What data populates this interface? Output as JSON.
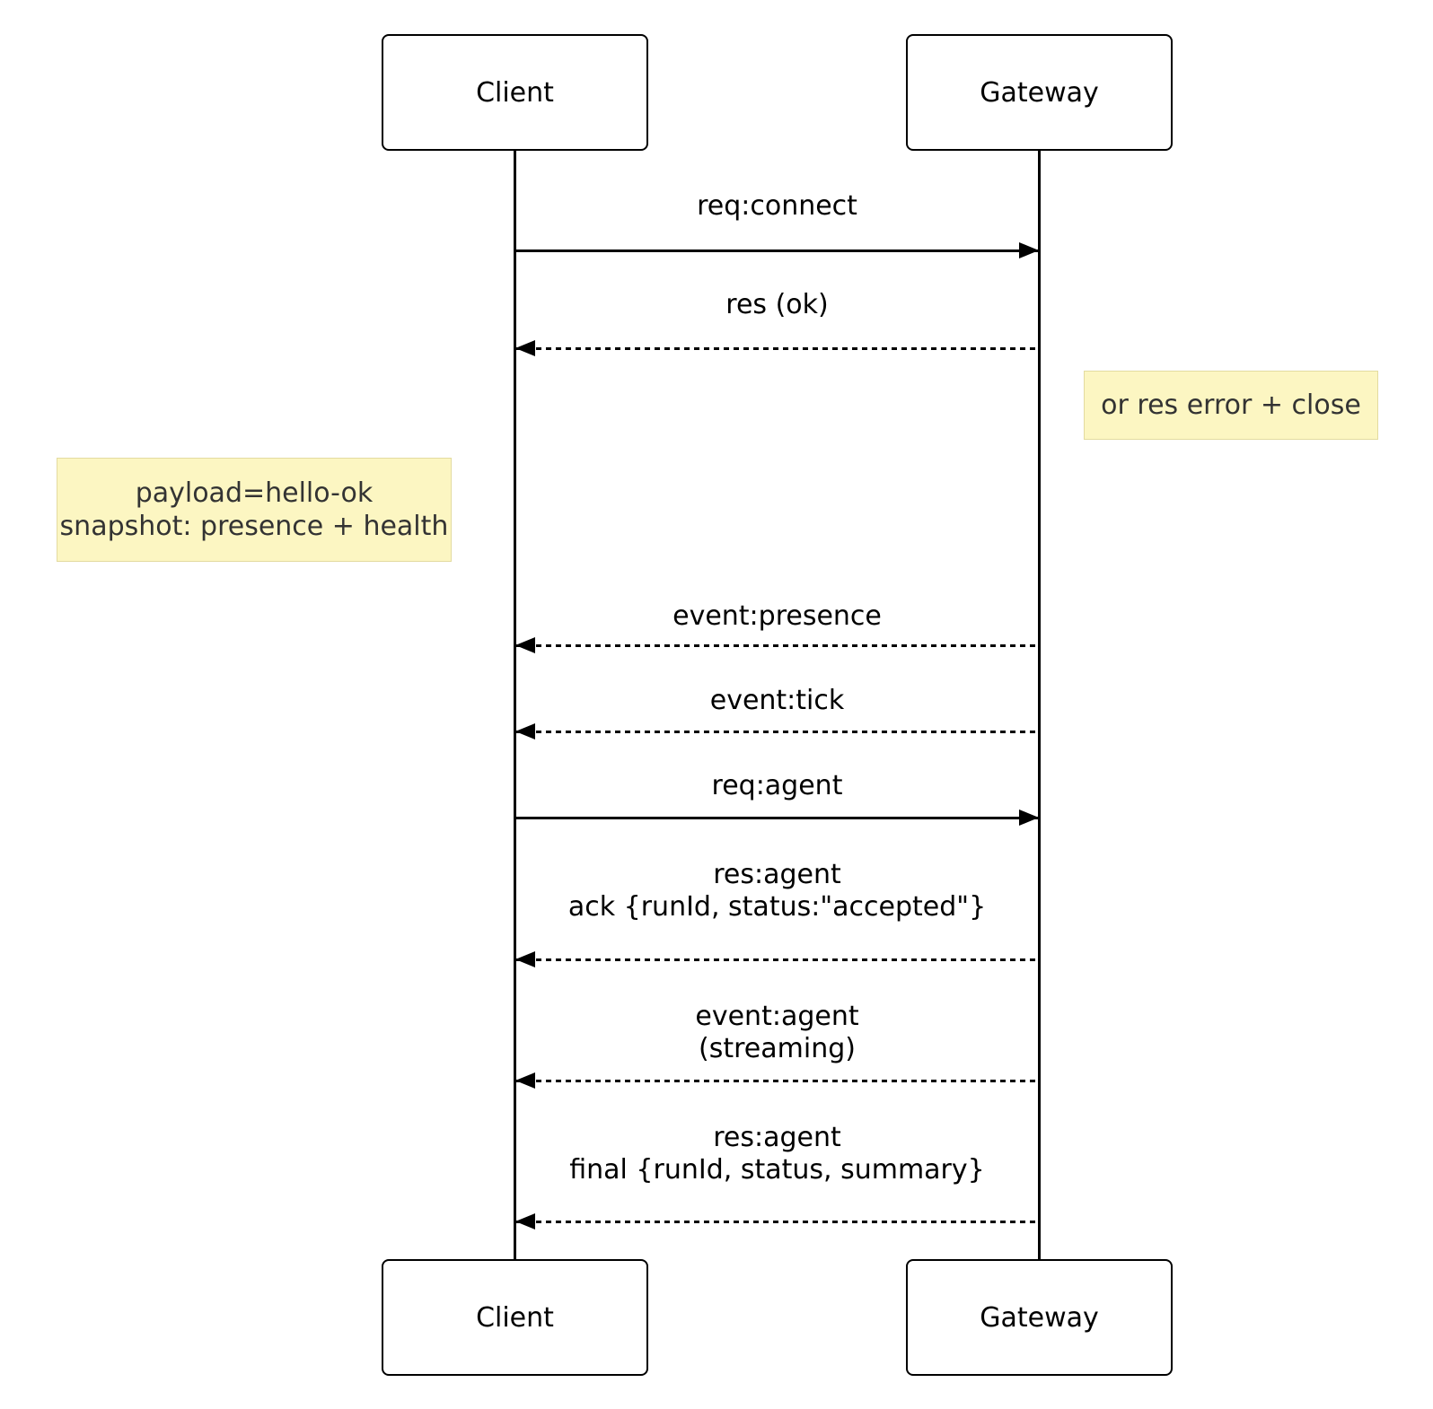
{
  "diagram": {
    "type": "sequence",
    "actors": [
      {
        "id": "client",
        "label": "Client"
      },
      {
        "id": "gateway",
        "label": "Gateway"
      }
    ],
    "messages": [
      {
        "from": "client",
        "to": "gateway",
        "style": "solid",
        "label": "req:connect"
      },
      {
        "from": "gateway",
        "to": "client",
        "style": "dashed",
        "label": "res (ok)"
      },
      {
        "from": "gateway",
        "to": "client",
        "style": "dashed",
        "label": "event:presence"
      },
      {
        "from": "gateway",
        "to": "client",
        "style": "dashed",
        "label": "event:tick"
      },
      {
        "from": "client",
        "to": "gateway",
        "style": "solid",
        "label": "req:agent"
      },
      {
        "from": "gateway",
        "to": "client",
        "style": "dashed",
        "label": "res:agent\nack {runId, status:\"accepted\"}"
      },
      {
        "from": "gateway",
        "to": "client",
        "style": "dashed",
        "label": "event:agent\n(streaming)"
      },
      {
        "from": "gateway",
        "to": "client",
        "style": "dashed",
        "label": "res:agent\nfinal {runId, status, summary}"
      }
    ],
    "notes": [
      {
        "position": "right of gateway",
        "text": "or res error + close"
      },
      {
        "position": "left of client",
        "text": "payload=hello-ok\nsnapshot: presence + health"
      }
    ],
    "colors": {
      "background": "#ffffff",
      "line": "#000000",
      "actor_fill": "#ffffff",
      "actor_border": "#000000",
      "note_fill": "#fcf6c2",
      "note_border": "#e3dba0",
      "note_text": "#333333"
    }
  }
}
